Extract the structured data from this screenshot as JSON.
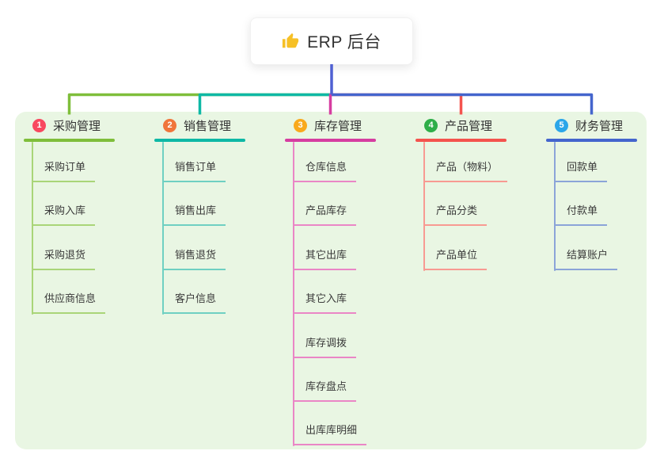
{
  "root": {
    "label": "ERP 后台",
    "icon": "thumbs-up"
  },
  "colors": {
    "root_line": "#4f60d2",
    "panel_bg": "#e9f6e3",
    "root_node_bg": "#ffffff",
    "text": "#333333",
    "thumb_icon": "#f6c026"
  },
  "branches": [
    {
      "index": "1",
      "label": "采购管理",
      "badge_color": "#f8485f",
      "line_color": "#7fbe3b",
      "child_line_color": "#a9d578",
      "children": [
        "采购订单",
        "采购入库",
        "采购退货",
        "供应商信息"
      ]
    },
    {
      "index": "2",
      "label": "销售管理",
      "badge_color": "#f0753b",
      "line_color": "#0eb8a5",
      "child_line_color": "#6fd0c2",
      "children": [
        "销售订单",
        "销售出库",
        "销售退货",
        "客户信息"
      ]
    },
    {
      "index": "3",
      "label": "库存管理",
      "badge_color": "#f9a91c",
      "line_color": "#d63da0",
      "child_line_color": "#ea86c6",
      "children": [
        "仓库信息",
        "产品库存",
        "其它出库",
        "其它入库",
        "库存调拨",
        "库存盘点",
        "出库库明细"
      ]
    },
    {
      "index": "4",
      "label": "产品管理",
      "badge_color": "#2fae49",
      "line_color": "#f4534e",
      "child_line_color": "#f89a92",
      "children": [
        "产品（物料）",
        "产品分类",
        "产品单位"
      ]
    },
    {
      "index": "5",
      "label": "财务管理",
      "badge_color": "#2ba6e9",
      "line_color": "#4465cd",
      "child_line_color": "#8ba4d8",
      "children": [
        "回款单",
        "付款单",
        "结算账户"
      ]
    }
  ]
}
